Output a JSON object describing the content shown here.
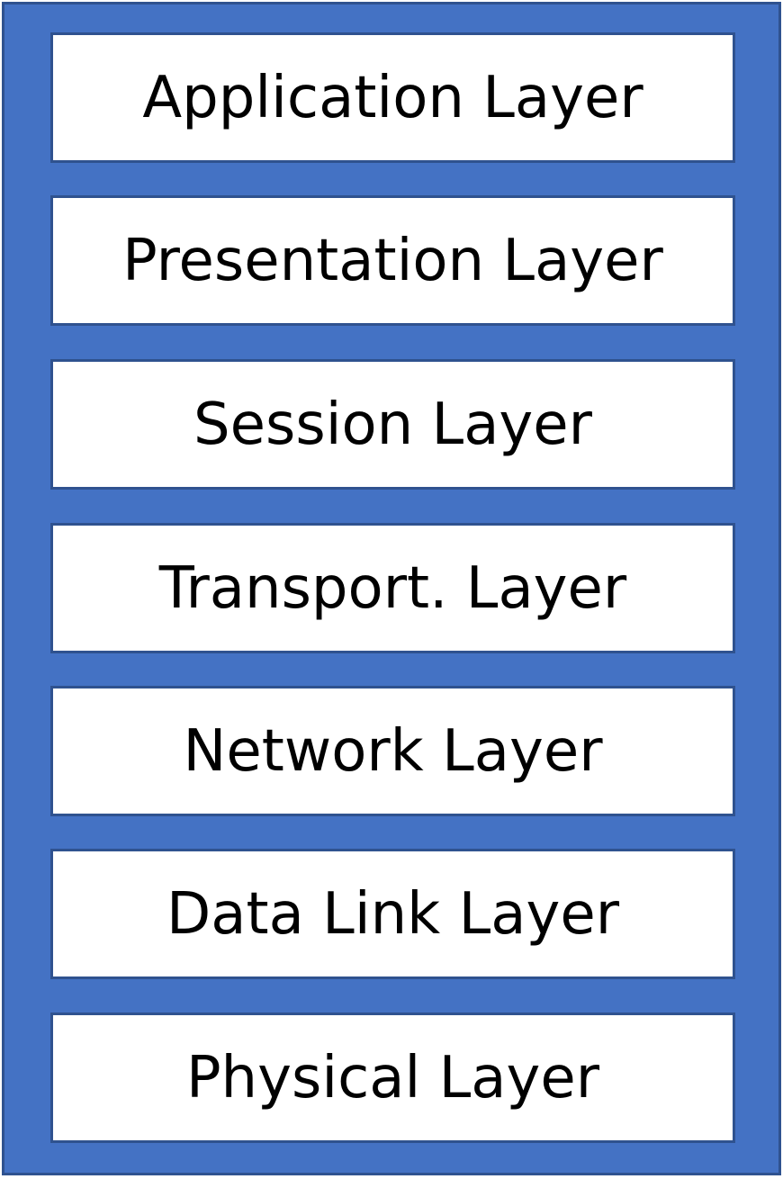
{
  "colors": {
    "stack_background": "#4472c4",
    "stack_border": "#2f528f",
    "layer_fill": "#ffffff",
    "layer_border": "#2f528f",
    "text": "#000000"
  },
  "layers": [
    {
      "label": "Application Layer"
    },
    {
      "label": "Presentation Layer"
    },
    {
      "label": "Session Layer"
    },
    {
      "label": "Transport. Layer"
    },
    {
      "label": "Network Layer"
    },
    {
      "label": "Data Link Layer"
    },
    {
      "label": "Physical Layer"
    }
  ]
}
